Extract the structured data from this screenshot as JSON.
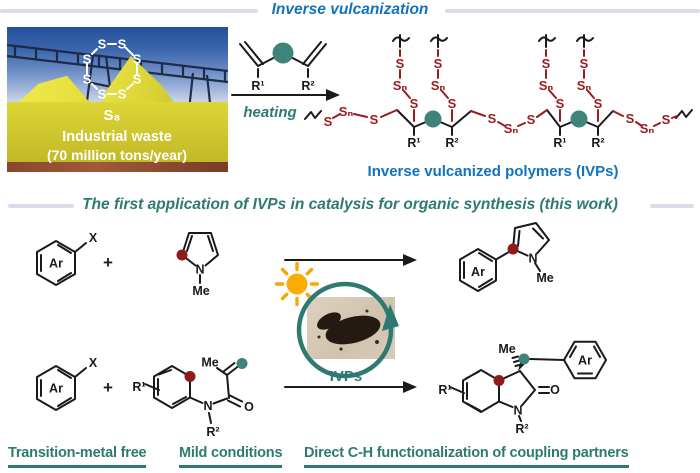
{
  "section1": {
    "title": "Inverse vulcanization",
    "photo": {
      "s8": "S₈",
      "line1": "Industrial waste",
      "line2": "(70 million tons/year)"
    },
    "heating_label": "heating",
    "polymer_caption": "Inverse vulcanized polymers (IVPs)"
  },
  "section2": {
    "title": "The first application of IVPs in catalysis for organic synthesis (this work)",
    "catalyst_label": "IVPs"
  },
  "footer": {
    "tag1": "Transition-metal free",
    "tag2": "Mild conditions",
    "tag3": "Direct C-H functionalization of coupling partners"
  },
  "atoms": {
    "s": "S",
    "sn": "Sₙ",
    "n": "N",
    "o": "O",
    "me": "Me",
    "ar": "Ar",
    "x": "X",
    "r1": "R¹",
    "r2": "R²",
    "plus": "+"
  },
  "colors": {
    "title_blue": "#1273bc",
    "title_teal": "#2e7a72",
    "sulfur_red": "#9b1c1f",
    "teal_node": "#3f837b",
    "red_node": "#8e1a1c",
    "sun_gold": "#f9ae06",
    "rule_lavender": "#dbdbeb"
  }
}
